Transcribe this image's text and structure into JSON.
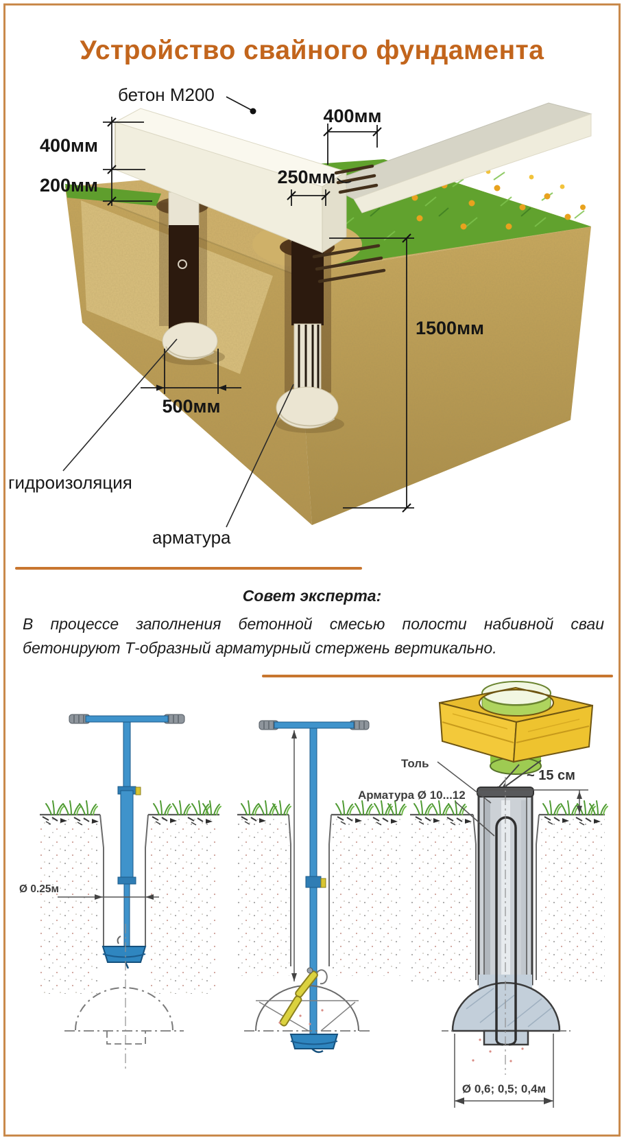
{
  "title": "Устройство свайного фундамента",
  "colors": {
    "title_orange": "#c2651c",
    "accent_divider": "#c8762f",
    "frame_border": "#c98a4c",
    "soil_tan": "#cdb06a",
    "grass_green": "#61a22e",
    "auger_blue": "#3f93cb",
    "formwork_yellow": "#f3c93a",
    "pile_wrap_brown": "#2c1a0e"
  },
  "diagram3d": {
    "labels": {
      "concrete": "бетон М200",
      "beam_height": "400мм",
      "beam_clearance": "200мм",
      "beam_top_width": "400мм",
      "beam_end_width": "250мм",
      "pile_depth": "1500мм",
      "bulb_width": "500мм",
      "waterproofing": "гидроизоляция",
      "rebar": "арматура"
    }
  },
  "expert": {
    "heading": "Совет эксперта:",
    "body": "В процессе заполнения бетонной смесью полости набивной сваи бетонируют Т-образный арматурный стержень вертикально."
  },
  "drawings": {
    "left": {
      "hole_diameter": "Ø 0.25м"
    },
    "right": {
      "felt": "Толь",
      "rebar_spec": "Арматура Ø 10...12",
      "protrusion": "~ 15 см",
      "bulb_diameters": "Ø 0,6; 0,5; 0,4м"
    }
  }
}
